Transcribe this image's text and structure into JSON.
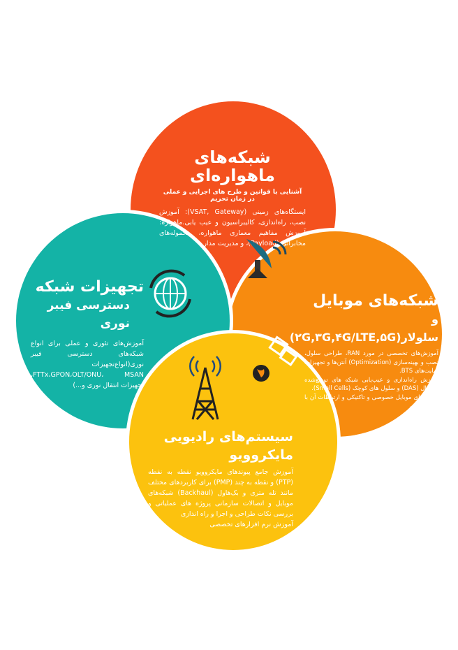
{
  "satellite": {
    "title": "شبکه‌های ماهواره‌ای",
    "subtitle": "آشنایی با قوانین و طرح های اجرایی و عملی در زمان تحریم",
    "body": "ایستگاه‌های زمینی (VSAT, Gateway): آموزش نصب، راه‌اندازی، کالیبراسیون و عیب یابی.ماهواره: آموزش مفاهیم معماری ماهواره، محموله‌های مخابراتی (Payload)، و مدیریت مدار",
    "colors": {
      "bg": "#f4511e"
    }
  },
  "mobile": {
    "title": "شبکه‌های موبایل",
    "title2": "و سلولار(۲G,۳G,۴G/LTE,۵G)",
    "body1": "آموزش‌های تخصصی در مورد RAN، طراحی سلول، نصب و بهینه‌سازی (Optimization) آنتن‌ها و تجهیزات سایت‌های BTS.",
    "body2": "آموزش راه‌اندازی و عیب‌یابی شبکه های توزیع‌شده سیگنال (DAS) و سلول های کوچک (Small Cells).",
    "body3": "شبکه های موبایل خصوصی و تاکتیکی و ارتباطات آن با شبکه اصلی",
    "colors": {
      "bg": "#f78b0f"
    }
  },
  "fiber": {
    "title": "تجهیزات شبکه",
    "title2": "دسترسی فیبر نوری",
    "body": "آموزش‌های تئوری و عملی برای انواع شبکه‌های دسترسی فیبر نوری(انواع‌تجهیزات FTTx،GPON،OLT/ONU، MSAN، تجهیزات انتقال نوری و...)",
    "colors": {
      "bg": "#14b3a6"
    }
  },
  "microwave": {
    "title": "سیستم‌های رادیویی مایکروویو",
    "body1": "آموزش جامع پیوندهای مایکروویو نقطه به نقطه (PTP) و نقطه به چند (PMP) برای کاربردهای مختلف مانند تله متری و بک‌هاول (Backhaul) شبکه‌های موبایل و اتصالات سازمانی پروژه های عملیاتی و بررسی نکات طراحی و اجرا و راه اندازی",
    "body2": "آموزش نرم افزارهای تخصصی",
    "colors": {
      "bg": "#fcc20e"
    }
  }
}
